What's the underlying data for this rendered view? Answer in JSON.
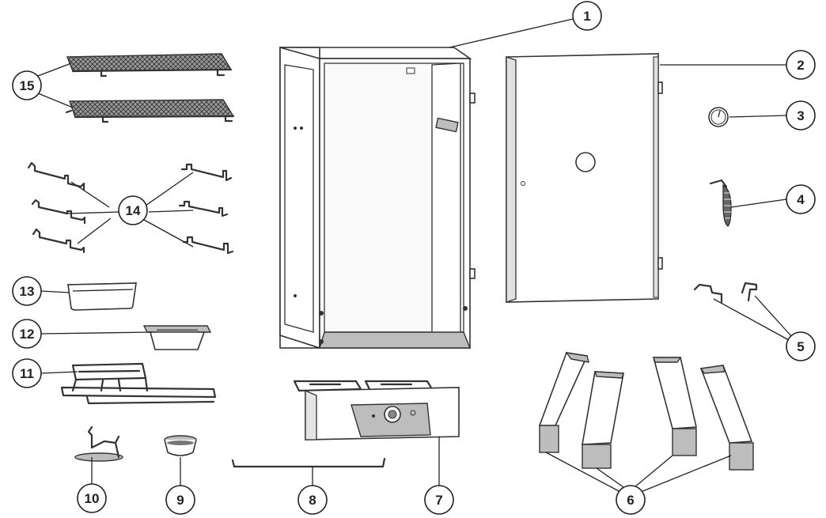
{
  "callouts": [
    {
      "id": "c1",
      "label": "1"
    },
    {
      "id": "c2",
      "label": "2"
    },
    {
      "id": "c3",
      "label": "3"
    },
    {
      "id": "c4",
      "label": "4"
    },
    {
      "id": "c5",
      "label": "5"
    },
    {
      "id": "c6",
      "label": "6"
    },
    {
      "id": "c7",
      "label": "7"
    },
    {
      "id": "c8",
      "label": "8"
    },
    {
      "id": "c9",
      "label": "9"
    },
    {
      "id": "c10",
      "label": "10"
    },
    {
      "id": "c11",
      "label": "11"
    },
    {
      "id": "c12",
      "label": "12"
    },
    {
      "id": "c13",
      "label": "13"
    },
    {
      "id": "c14",
      "label": "14"
    },
    {
      "id": "c15",
      "label": "15"
    }
  ],
  "colors": {
    "line": "#222222",
    "panel_fill": "#ffffff",
    "shade": "#bdbdbd"
  }
}
